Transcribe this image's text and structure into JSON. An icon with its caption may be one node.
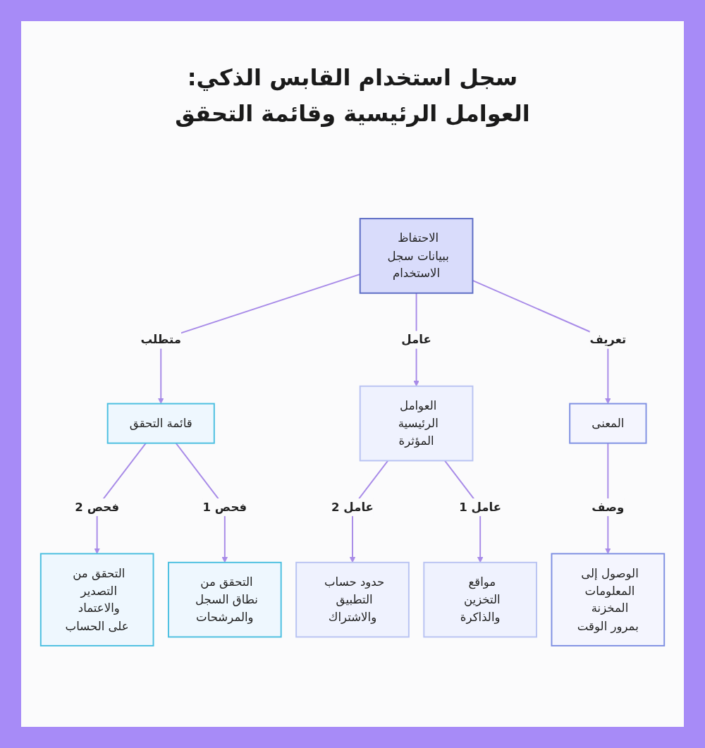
{
  "diagram": {
    "title": "سجل استخدام القابس الذكي: العوامل الرئيسية وقائمة التحقق",
    "nodes": [
      {
        "text": [
          "الاحتفاظ ببيانات سجل الاستخدام"
        ]
      },
      {
        "text": [
          "قائمة التحقق"
        ]
      },
      {
        "text": [
          "العوامل الرئيسية المؤثرة"
        ]
      },
      {
        "text": [
          "المعنى"
        ]
      },
      {
        "text": [
          "التحقق من التصدير والاعتماد على الحساب"
        ]
      },
      {
        "text": [
          "التحقق من نطاق السجل والمرشحات"
        ]
      },
      {
        "text": [
          "حدود حساب التطبيق والاشتراك"
        ]
      },
      {
        "text": [
          "مواقع التخزين والذاكرة"
        ]
      },
      {
        "text": [
          "الوصول إلى المعلومات المخزنة بمرور الوقت"
        ]
      }
    ],
    "edges": [
      {
        "from": 0,
        "to": 1,
        "arrow": "to",
        "label": "متطلب"
      },
      {
        "from": 0,
        "to": 2,
        "arrow": "to",
        "label": "عامل"
      },
      {
        "from": 0,
        "to": 3,
        "arrow": "to",
        "label": "تعريف"
      },
      {
        "from": 1,
        "to": 4,
        "arrow": "to",
        "label": "فحص 2"
      },
      {
        "from": 1,
        "to": 5,
        "arrow": "to",
        "label": "فحص 1"
      },
      {
        "from": 2,
        "to": 6,
        "arrow": "to",
        "label": "عامل 2"
      },
      {
        "from": 2,
        "to": 7,
        "arrow": "to",
        "label": "عامل 1"
      },
      {
        "from": 3,
        "to": 8,
        "arrow": "to",
        "label": "وصف"
      }
    ]
  }
}
